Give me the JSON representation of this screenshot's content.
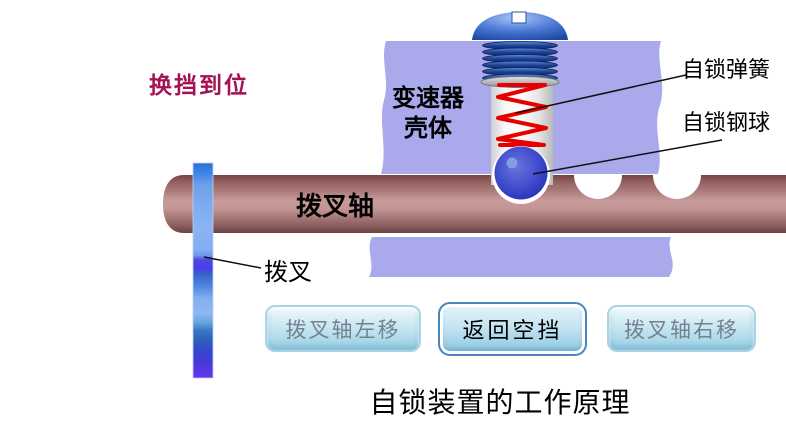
{
  "scene": {
    "status_label": "换挡到位",
    "title": "自锁装置的工作原理"
  },
  "diagram": {
    "labels": {
      "housing_line1": "变速器",
      "housing_line2": "壳体",
      "spring": "自锁弹簧",
      "ball": "自锁钢球",
      "shaft": "拨叉轴",
      "fork": "拨叉"
    },
    "colors": {
      "housing": "#a9a9ec",
      "spring": "#e60000",
      "ball": "#3340c8",
      "shaft_mid": "#c89b9b",
      "fork_blue": "#3f86e8",
      "status_text": "#a31353",
      "button_face": "#cfe9f4",
      "button_border_active": "#4a86be"
    }
  },
  "buttons": [
    {
      "label": "拨叉轴左移",
      "state": "inactive"
    },
    {
      "label": "返回空挡",
      "state": "default"
    },
    {
      "label": "拨叉轴右移",
      "state": "inactive"
    }
  ]
}
